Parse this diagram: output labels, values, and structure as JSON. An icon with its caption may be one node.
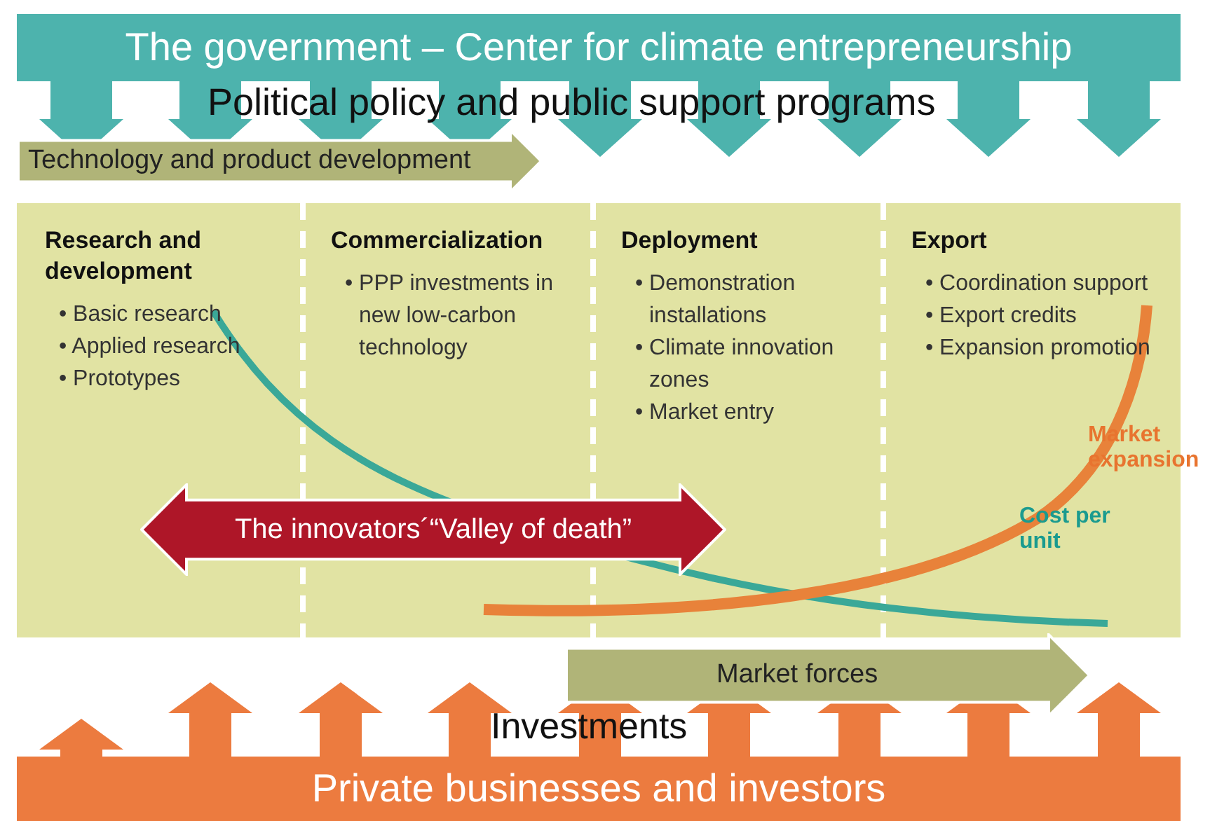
{
  "diagram": {
    "nodes": [
      {
        "text": [
          "The government – Center for climate entrepreneurship"
        ]
      },
      {
        "text": [
          "Technology and product development"
        ]
      },
      {
        "text": [
          "Research and development",
          "• Basic research",
          "• Applied research",
          "• Prototypes"
        ]
      },
      {
        "text": [
          "Commercialization",
          "• PPP investments in new low-carbon technology"
        ]
      },
      {
        "text": [
          "Deployment",
          "• Demonstration installations",
          "• Climate innovation zones",
          "• Market entry"
        ]
      },
      {
        "text": [
          "Export",
          "• Coordination support",
          "• Export credits",
          "• Expansion promotion"
        ]
      },
      {
        "text": [
          "The innovators´“Valley of death”"
        ]
      },
      {
        "text": [
          "Market forces"
        ]
      },
      {
        "text": [
          "Private businesses and investors"
        ]
      }
    ],
    "edges": [
      {
        "from": 0,
        "to": null,
        "arrow": "to"
      },
      {
        "from": 0,
        "to": null,
        "arrow": "to"
      },
      {
        "from": 0,
        "to": null,
        "arrow": "to"
      },
      {
        "from": 0,
        "to": null,
        "arrow": "to"
      },
      {
        "from": 0,
        "to": null,
        "arrow": "to"
      },
      {
        "from": 0,
        "to": null,
        "arrow": "to"
      },
      {
        "from": 0,
        "to": null,
        "arrow": "to"
      },
      {
        "from": 0,
        "to": null,
        "arrow": "to"
      },
      {
        "from": 0,
        "to": null,
        "arrow": "to"
      },
      {
        "from": 8,
        "to": null,
        "arrow": "to",
        "color": "#ec7b3f"
      },
      {
        "from": 8,
        "to": null,
        "arrow": "to",
        "color": "#ec7b3f"
      },
      {
        "from": 8,
        "to": null,
        "arrow": "to",
        "color": "#ec7b3f"
      },
      {
        "from": 8,
        "to": null,
        "arrow": "to",
        "color": "#ec7b3f"
      },
      {
        "from": 8,
        "to": null,
        "arrow": "to",
        "color": "#ec7b3f"
      },
      {
        "from": 8,
        "to": null,
        "arrow": "to",
        "color": "#ec7b3f"
      },
      {
        "from": 8,
        "to": null,
        "arrow": "to",
        "color": "#ec7b3f"
      },
      {
        "from": 8,
        "to": null,
        "arrow": "to",
        "color": "#ec7b3f"
      },
      {
        "from": 8,
        "to": null,
        "arrow": "to",
        "color": "#ec7b3f"
      }
    ],
    "labels": [
      "Political policy and public support programs",
      "Market expansion",
      "Cost per unit",
      "Investments"
    ]
  }
}
